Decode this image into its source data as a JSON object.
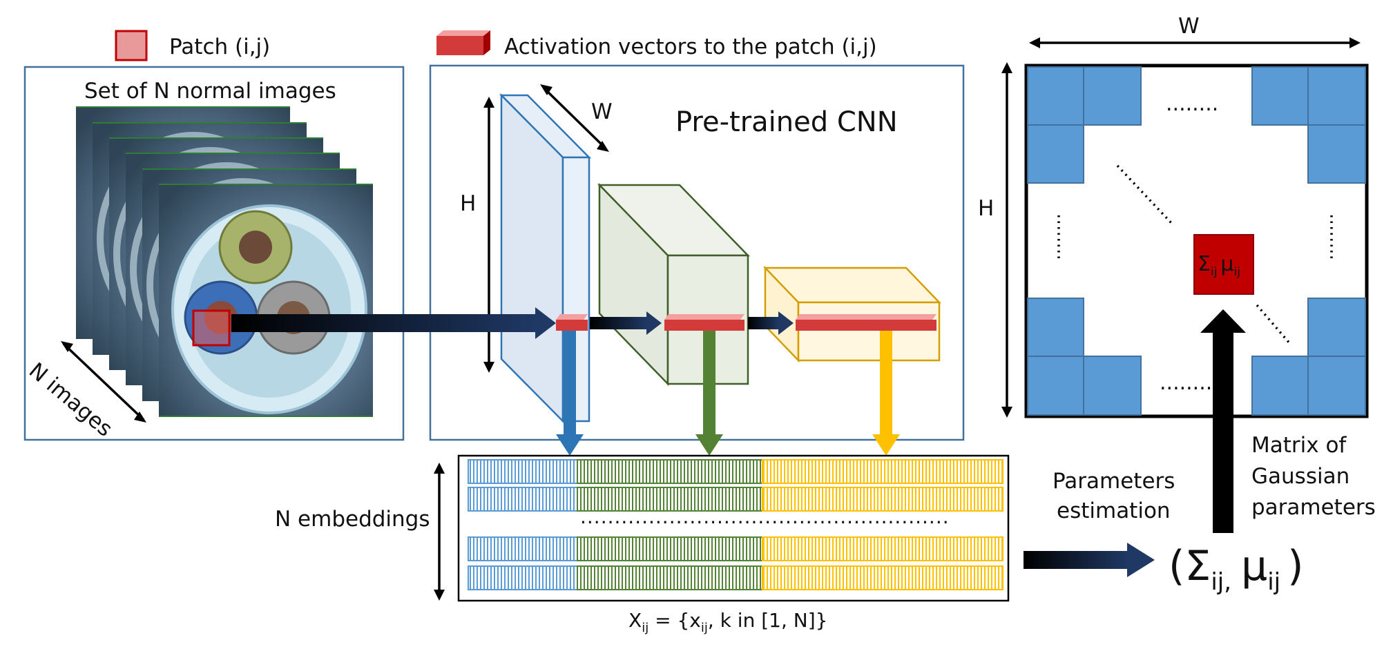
{
  "legend": {
    "patch_label": "Patch (i,j)",
    "activation_label": "Activation vectors to the patch (i,j)"
  },
  "images": {
    "title": "Set of N normal images",
    "depth_label": "N images"
  },
  "cnn": {
    "title": "Pre-trained CNN",
    "width_label": "W",
    "height_label": "H"
  },
  "embeddings": {
    "label": "N embeddings",
    "ellipsis": "......................................................",
    "formula": {
      "X": "X",
      "X_sub": "ij",
      "mid1": " = {x",
      "x_sub": "ij",
      "mid2": ", k in [1, N]}"
    }
  },
  "estimation": {
    "line1": "Parameters",
    "line2": "estimation"
  },
  "result": {
    "open": "(",
    "sigma": "Σ",
    "sigma_sub": "ij,",
    "mu": "μ",
    "mu_sub": "ij",
    "close": ")"
  },
  "matrix": {
    "width_label": "W",
    "height_label": "H",
    "cell_sigma": "Σ",
    "cell_sigma_sub": "ij",
    "cell_mu": "μ",
    "cell_mu_sub": "ij",
    "caption": [
      "Matrix of",
      "Gaussian",
      "parameters"
    ],
    "dots_top": "........",
    "dots_bottom": "........"
  },
  "colors": {
    "patch": "#c00000",
    "layer1": "#2e75b6",
    "layer2": "#548235",
    "layer3": "#ffc000",
    "panel_border": "#41719c",
    "matrix_cell": "#5b9bd5",
    "matrix_center": "#c00000"
  }
}
